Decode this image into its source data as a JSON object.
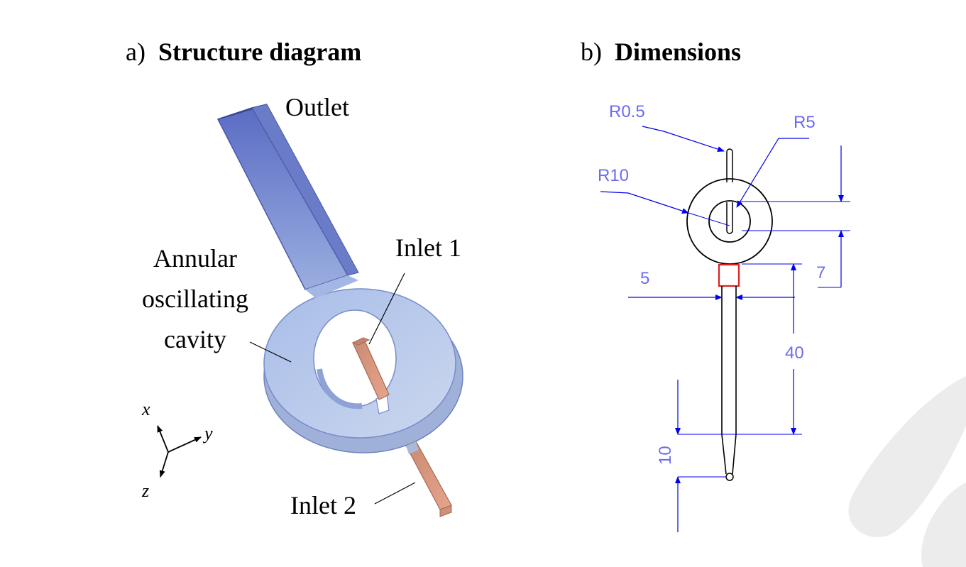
{
  "panel_a": {
    "letter": "a)",
    "title": "Structure diagram",
    "labels": {
      "outlet": "Outlet",
      "inlet1": "Inlet 1",
      "inlet2": "Inlet 2",
      "cavity_line1": "Annular",
      "cavity_line2": "oscillating",
      "cavity_line3": "cavity"
    },
    "axes": {
      "x": "x",
      "y": "y",
      "z": "z"
    }
  },
  "panel_b": {
    "letter": "b)",
    "title": "Dimensions",
    "dimensions": {
      "r05": "R0.5",
      "r5": "R5",
      "r10": "R10",
      "d5": "5",
      "d7": "7",
      "d40": "40",
      "d10": "10"
    }
  },
  "colors": {
    "channel_blue": "#6d7fd0",
    "body_light_blue": "#b3c6e8",
    "inlet_orange": "#d9917a",
    "dimension_blue": "#0000ee",
    "dimension_text": "#6b6bf0",
    "highlight_red": "#e02020",
    "watermark": "#e6e6e6"
  }
}
